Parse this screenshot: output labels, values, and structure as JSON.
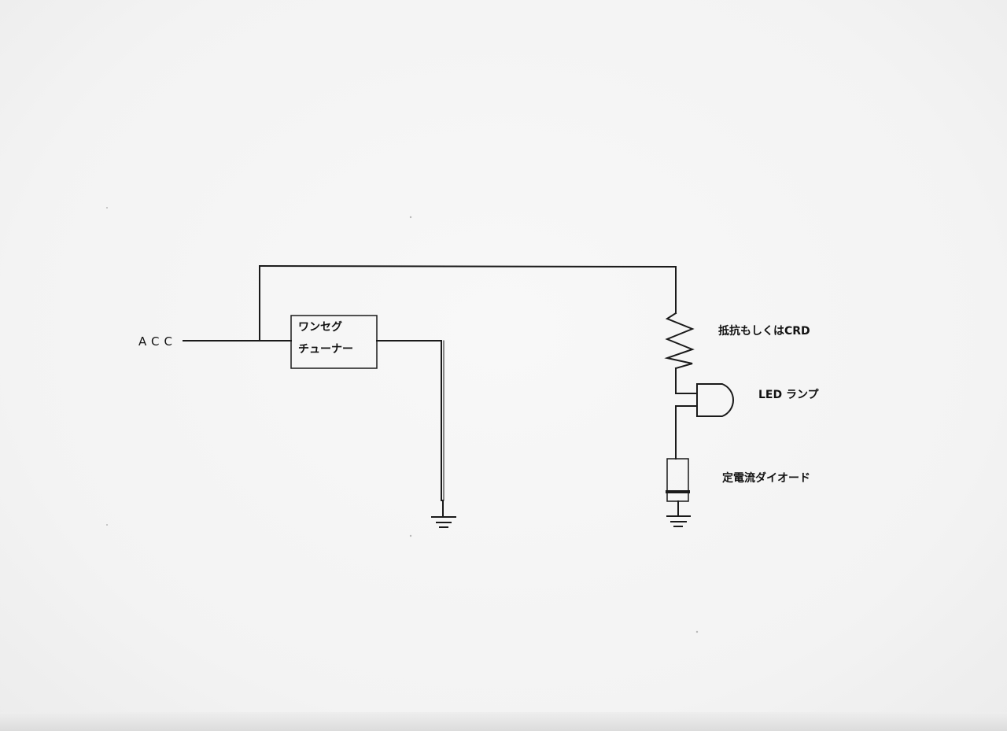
{
  "labels": {
    "acc": "ACC",
    "tuner_line1": "ワンセグ",
    "tuner_line2": "チューナー",
    "resistor": "抵抗もしくはCRD",
    "led": "LED ランプ",
    "crd": "定電流ダイオード"
  },
  "colors": {
    "wire": "#1a1a1a",
    "paper": "#f4f4f4"
  }
}
